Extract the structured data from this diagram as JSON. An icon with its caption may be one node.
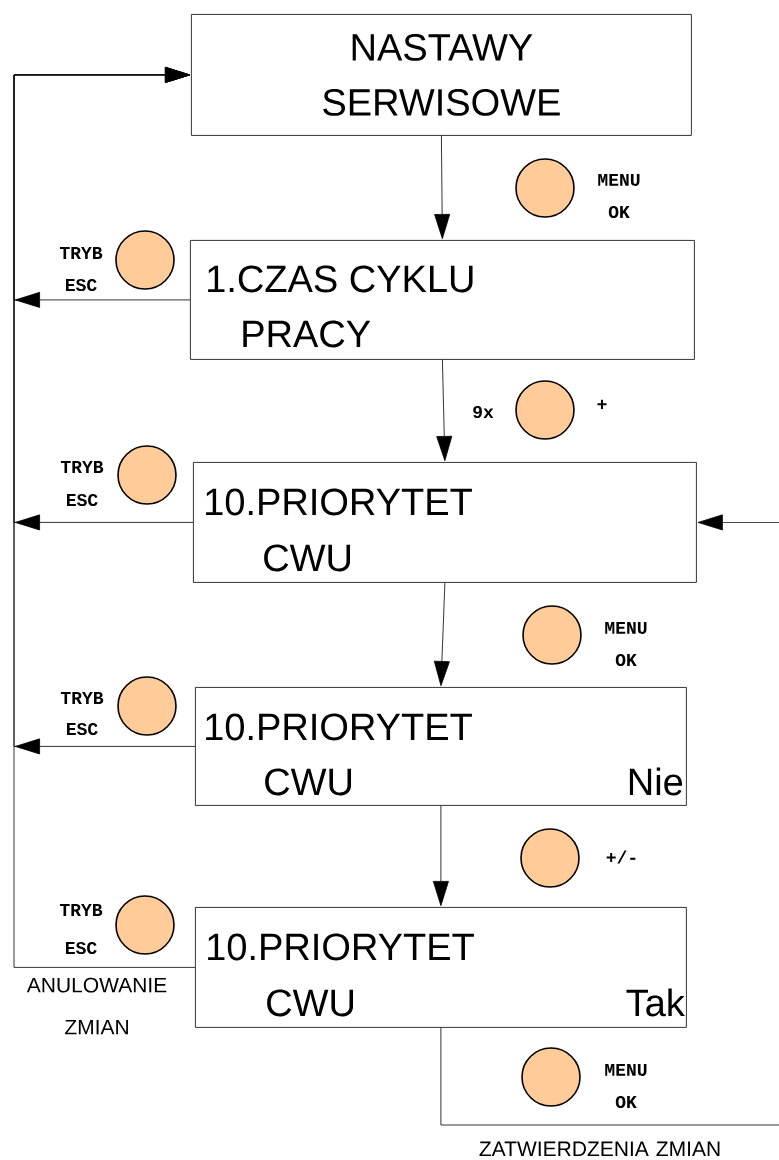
{
  "diagram": {
    "nodes": [
      {
        "text": [
          "NASTAWY SERWISOWE"
        ]
      },
      {
        "text": [
          "1.CZAS CYKLU",
          "PRACY"
        ]
      },
      {
        "text": [
          "10.PRIORYTET",
          "CWU"
        ]
      },
      {
        "text": [
          "10.PRIORYTET",
          "CWU",
          "Nie"
        ]
      },
      {
        "text": [
          "10.PRIORYTET",
          "CWU",
          "Tak"
        ]
      }
    ],
    "edges": [
      {
        "from": 0,
        "to": 1,
        "arrow": "to"
      },
      {
        "from": 1,
        "to": 2,
        "arrow": "to"
      },
      {
        "from": 2,
        "to": 3,
        "arrow": "to"
      },
      {
        "from": 3,
        "to": 4,
        "arrow": "to"
      },
      {
        "from": 1,
        "to": 0,
        "arrow": "to"
      },
      {
        "from": 2,
        "to": 0,
        "arrow": "to"
      },
      {
        "from": 3,
        "to": 0,
        "arrow": "to"
      },
      {
        "from": 4,
        "to": 0,
        "arrow": "to",
        "label": "ANULOWANIE ZMIAN"
      },
      {
        "from": null,
        "to": 2,
        "arrow": "to"
      },
      {
        "from": 4,
        "to": null,
        "arrow": "none",
        "label": "ZATWIERDZENIA ZMIAN"
      }
    ],
    "labels": [
      "MENU",
      "OK",
      "TRYB",
      "ESC",
      "9x",
      "+",
      "TRYB",
      "ESC",
      "MENU",
      "OK",
      "TRYB",
      "ESC",
      "+/-",
      "TRYB",
      "ESC",
      "MENU",
      "OK"
    ]
  }
}
